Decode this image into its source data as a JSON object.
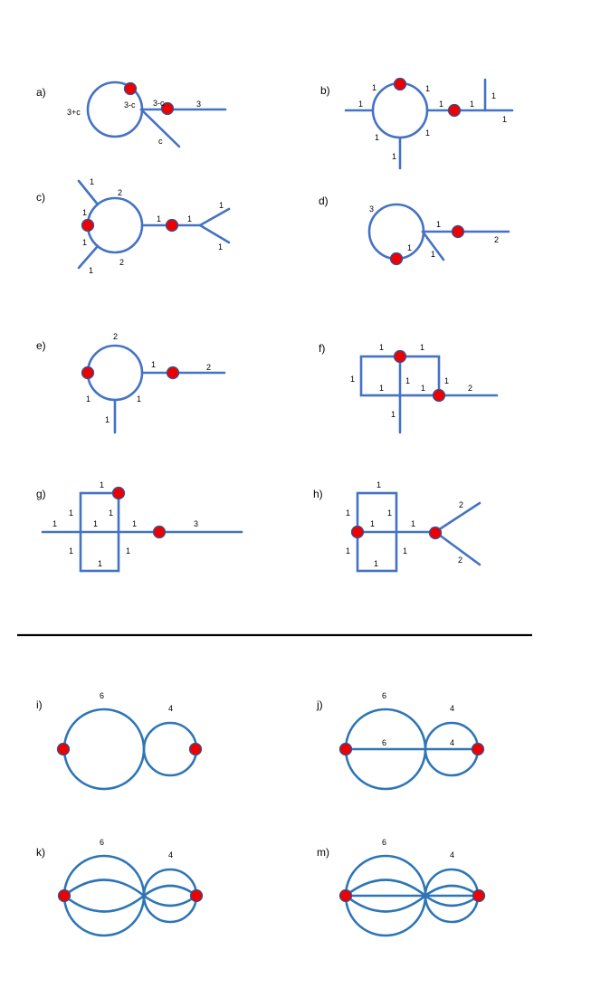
{
  "panels": {
    "a": {
      "tag": "a)",
      "labels": [
        "3+c",
        "3-c",
        "3-c",
        "3",
        "c"
      ]
    },
    "b": {
      "tag": "b)",
      "labels": [
        "1",
        "1",
        "1",
        "1",
        "1",
        "1",
        "1",
        "1",
        "1",
        "1"
      ]
    },
    "c": {
      "tag": "c)",
      "labels": [
        "1",
        "2",
        "1",
        "1",
        "2",
        "1",
        "1",
        "1",
        "1",
        "1"
      ]
    },
    "d": {
      "tag": "d)",
      "labels": [
        "3",
        "1",
        "1",
        "1",
        "2"
      ]
    },
    "e": {
      "tag": "e)",
      "labels": [
        "2",
        "1",
        "2",
        "1",
        "1",
        "1"
      ]
    },
    "f": {
      "tag": "f)",
      "labels": [
        "1",
        "1",
        "1",
        "1",
        "1",
        "1",
        "1",
        "1",
        "2",
        "1"
      ]
    },
    "g": {
      "tag": "g)",
      "labels": [
        "1",
        "1",
        "1",
        "1",
        "1",
        "1",
        "3",
        "1",
        "1",
        "1"
      ]
    },
    "h": {
      "tag": "h)",
      "labels": [
        "1",
        "1",
        "1",
        "1",
        "1",
        "2",
        "1",
        "1",
        "1",
        "2"
      ]
    },
    "i": {
      "tag": "i)",
      "labels": [
        "6",
        "4"
      ]
    },
    "j": {
      "tag": "j)",
      "labels": [
        "6",
        "4",
        "6",
        "4"
      ]
    },
    "k": {
      "tag": "k)",
      "labels": [
        "6",
        "4"
      ]
    },
    "m": {
      "tag": "m)",
      "labels": [
        "6",
        "4"
      ]
    }
  },
  "colors": {
    "line": "#4472c4",
    "vertex": "#ee0000",
    "separator": "#000000"
  }
}
